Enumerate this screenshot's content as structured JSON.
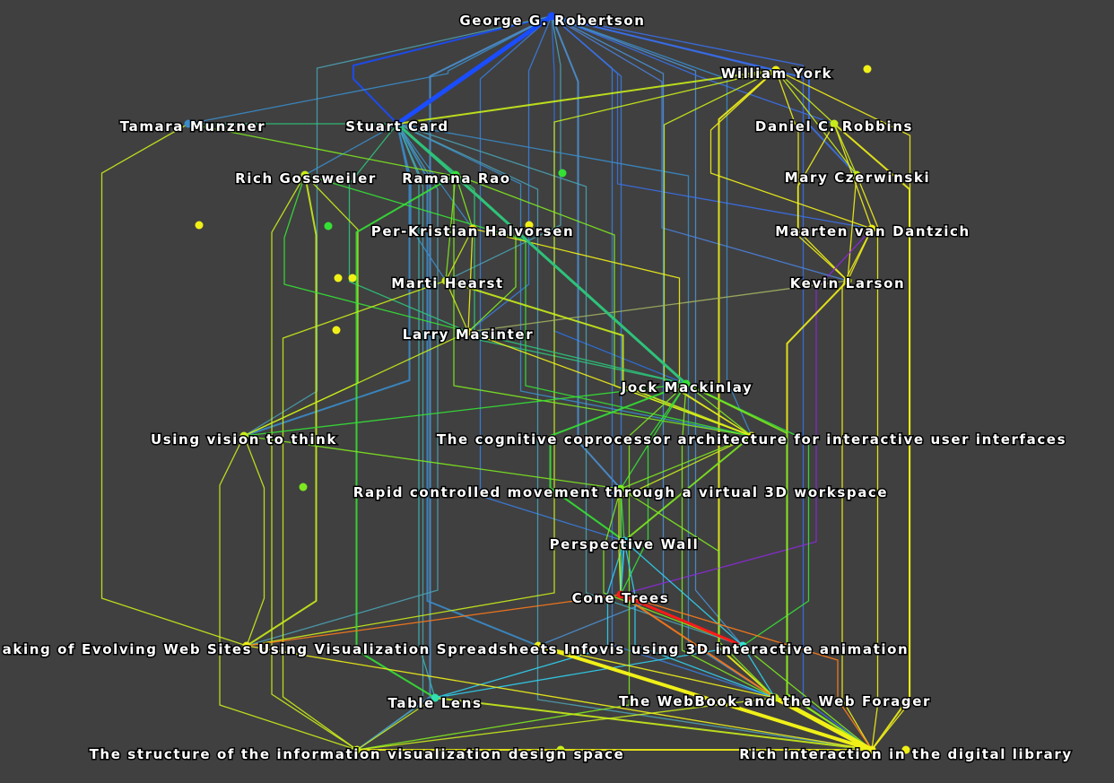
{
  "colors": {
    "background": "#404040",
    "label_fill": "#ffffff",
    "label_outline": "#000000",
    "edge_palette": [
      "#1a4dff",
      "#3a7bdc",
      "#4f9fb0",
      "#2ec27a",
      "#35e035",
      "#7de81f",
      "#c8ec1a",
      "#f0f018",
      "#ff7a1a",
      "#ff1a1a",
      "#8a2ad6",
      "#30d0f0"
    ]
  },
  "nodes": {
    "robertson": {
      "label": "George G. Robertson",
      "color": "#1a4dff"
    },
    "york": {
      "label": "William York",
      "color": "#f0f018"
    },
    "munzner": {
      "label": "Tamara Munzner",
      "color": "#3a8bc8"
    },
    "card": {
      "label": "Stuart Card",
      "color": "#1a4dff"
    },
    "robbins": {
      "label": "Daniel C. Robbins",
      "color": "#c8ec1a"
    },
    "gossweiler": {
      "label": "Rich Gossweiler",
      "color": "#c8ec1a"
    },
    "rao": {
      "label": "Ramana Rao",
      "color": "#35e035"
    },
    "czerwinski": {
      "label": "Mary Czerwinski",
      "color": "#c8ec1a"
    },
    "halvorsen": {
      "label": "Per-Kristian Halvorsen",
      "color": "#f0e018"
    },
    "dantzich": {
      "label": "Maarten van Dantzich",
      "color": "#f0f018"
    },
    "hearst": {
      "label": "Marti Hearst",
      "color": "#c8ec1a"
    },
    "larson": {
      "label": "Kevin Larson",
      "color": "#f0f018"
    },
    "masinter": {
      "label": "Larry Masinter",
      "color": "#f0f018"
    },
    "mackinlay": {
      "label": "Jock Mackinlay",
      "color": "#35e035"
    },
    "vision": {
      "label": "Using vision to think",
      "color": "#c8ec1a"
    },
    "cognitive": {
      "label": "The cognitive coprocessor architecture for interactive user interfaces",
      "color": "#f0f018"
    },
    "rapid": {
      "label": "Rapid controlled movement through a virtual 3D workspace",
      "color": "#7de81f"
    },
    "wall": {
      "label": "Perspective Wall",
      "color": "#30d0f0"
    },
    "cone": {
      "label": "Cone Trees",
      "color": "#ff1a1a"
    },
    "evolving": {
      "label": "Visualizing the Evolution of Web Ecologies / Tracking of Evolving Web Sites",
      "color": "#f0f018"
    },
    "evolving_text": "aking of Evolving Web Sites Using Visualization Spreadsheets Infovis using 3D interactive animation",
    "spread": {
      "label": "Visualization Spreadsheets",
      "color": "#f0f018"
    },
    "anim": {
      "label": "Infovis using 3D interactive animation",
      "color": "#30e0d0"
    },
    "lens": {
      "label": "Table Lens",
      "color": "#30e0b0"
    },
    "webbook": {
      "label": "The WebBook and the Web Forager",
      "color": "#c8ec1a"
    },
    "structure": {
      "label": "The structure of the information visualization design space",
      "color": "#c8ec1a"
    },
    "rich": {
      "label": "Rich interaction in the digital library",
      "color": "#f0f018"
    }
  },
  "labels": [
    {
      "key": "robertson",
      "text": "George G. Robertson"
    },
    {
      "key": "york",
      "text": "William York"
    },
    {
      "key": "munzner",
      "text": "Tamara Munzner"
    },
    {
      "key": "card",
      "text": "Stuart Card"
    },
    {
      "key": "robbins",
      "text": "Daniel C. Robbins"
    },
    {
      "key": "gossweiler",
      "text": "Rich Gossweiler"
    },
    {
      "key": "rao",
      "text": "Ramana Rao"
    },
    {
      "key": "czerwinski",
      "text": "Mary Czerwinski"
    },
    {
      "key": "halvorsen",
      "text": "Per-Kristian Halvorsen"
    },
    {
      "key": "dantzich",
      "text": "Maarten van Dantzich"
    },
    {
      "key": "hearst",
      "text": "Marti Hearst"
    },
    {
      "key": "larson",
      "text": "Kevin Larson"
    },
    {
      "key": "masinter",
      "text": "Larry Masinter"
    },
    {
      "key": "mackinlay",
      "text": "Jock Mackinlay"
    },
    {
      "key": "vision",
      "text": "Using vision to think"
    },
    {
      "key": "cognitive",
      "text": "The cognitive coprocessor architecture for interactive user interfaces"
    },
    {
      "key": "rapid",
      "text": "Rapid controlled movement through a virtual 3D workspace"
    },
    {
      "key": "wall",
      "text": "Perspective Wall"
    },
    {
      "key": "cone",
      "text": "Cone Trees"
    },
    {
      "key": "evolving",
      "text": "aking of Evolving Web Sites Using Visualization Spreadsheets Infovis using 3D interactive animation"
    },
    {
      "key": "lens",
      "text": "Table Lens"
    },
    {
      "key": "webbook",
      "text": "The WebBook and the Web Forager"
    },
    {
      "key": "structure",
      "text": "The structure of the information visualization design space"
    },
    {
      "key": "rich",
      "text": "Rich interaction in the digital library"
    }
  ],
  "edges": [
    [
      "robertson",
      "card",
      "#1a4dff"
    ],
    [
      "robertson",
      "york",
      "#2a5ff0"
    ],
    [
      "robertson",
      "munzner",
      "#3a8bc8"
    ],
    [
      "robertson",
      "mackinlay",
      "#2e6fe0"
    ],
    [
      "robertson",
      "cone",
      "#3a7bdc"
    ],
    [
      "robertson",
      "wall",
      "#3a7bdc"
    ],
    [
      "robertson",
      "rapid",
      "#4a8fd0"
    ],
    [
      "robertson",
      "rich",
      "#3a6fe8"
    ],
    [
      "robertson",
      "webbook",
      "#3a7bdc"
    ],
    [
      "robertson",
      "anim",
      "#4a8fd0"
    ],
    [
      "robertson",
      "dantzich",
      "#3a6fe8"
    ],
    [
      "robertson",
      "robbins",
      "#3a6fe8"
    ],
    [
      "robertson",
      "czerwinski",
      "#3a6fe8"
    ],
    [
      "robertson",
      "larson",
      "#4a7fd8"
    ],
    [
      "robertson",
      "hearst",
      "#4a9fb0"
    ],
    [
      "robertson",
      "vision",
      "#4a9fb0"
    ],
    [
      "robertson",
      "masinter",
      "#3a7bdc"
    ],
    [
      "robertson",
      "spread",
      "#4a8fd0"
    ],
    [
      "robertson",
      "structure",
      "#4a8fd0"
    ],
    [
      "robertson",
      "cognitive",
      "#3a8bc8"
    ],
    [
      "card",
      "mackinlay",
      "#2ec27a"
    ],
    [
      "card",
      "rao",
      "#2ec27a"
    ],
    [
      "card",
      "gossweiler",
      "#3a8bc8"
    ],
    [
      "card",
      "hearst",
      "#3a8bc8"
    ],
    [
      "card",
      "vision",
      "#3a8bc8"
    ],
    [
      "card",
      "cognitive",
      "#3a8bc8"
    ],
    [
      "card",
      "structure",
      "#4a9fb0"
    ],
    [
      "card",
      "rich",
      "#4a9fb0"
    ],
    [
      "card",
      "lens",
      "#3ab0b0"
    ],
    [
      "card",
      "webbook",
      "#3a8bc8"
    ],
    [
      "card",
      "spread",
      "#3a8bc8"
    ],
    [
      "card",
      "halvorsen",
      "#3a8bc8"
    ],
    [
      "card",
      "masinter",
      "#2ec27a"
    ],
    [
      "card",
      "anim",
      "#4a9fb0"
    ],
    [
      "card",
      "evolving",
      "#4a9fb0"
    ],
    [
      "card",
      "munzner",
      "#2ec27a"
    ],
    [
      "card",
      "york",
      "#c8ec1a"
    ],
    [
      "york",
      "robbins",
      "#c8ec1a"
    ],
    [
      "york",
      "czerwinski",
      "#c8ec1a"
    ],
    [
      "york",
      "dantzich",
      "#f0f018"
    ],
    [
      "york",
      "larson",
      "#f0f018"
    ],
    [
      "york",
      "rich",
      "#f0f018"
    ],
    [
      "york",
      "webbook",
      "#f0f018"
    ],
    [
      "york",
      "evolving",
      "#c8ec1a"
    ],
    [
      "york",
      "cognitive",
      "#c8ec1a"
    ],
    [
      "robbins",
      "dantzich",
      "#f0f018"
    ],
    [
      "robbins",
      "czerwinski",
      "#c8ec1a"
    ],
    [
      "robbins",
      "larson",
      "#f0f018"
    ],
    [
      "robbins",
      "rich",
      "#f0f018"
    ],
    [
      "czerwinski",
      "larson",
      "#f0f018"
    ],
    [
      "czerwinski",
      "rich",
      "#f0f018"
    ],
    [
      "dantzich",
      "larson",
      "#f0f018"
    ],
    [
      "dantzich",
      "rich",
      "#f0f018"
    ],
    [
      "dantzich",
      "cone",
      "#8a2ad6"
    ],
    [
      "larson",
      "rich",
      "#f0f018"
    ],
    [
      "larson",
      "masinter",
      "#a0b060"
    ],
    [
      "munzner",
      "evolving",
      "#c8ec1a"
    ],
    [
      "munzner",
      "cognitive",
      "#7de81f"
    ],
    [
      "gossweiler",
      "vision",
      "#c8ec1a"
    ],
    [
      "gossweiler",
      "structure",
      "#c8ec1a"
    ],
    [
      "gossweiler",
      "evolving",
      "#c8ec1a"
    ],
    [
      "gossweiler",
      "masinter",
      "#35e035"
    ],
    [
      "gossweiler",
      "cognitive",
      "#35e035"
    ],
    [
      "rao",
      "hearst",
      "#7de81f"
    ],
    [
      "rao",
      "halvorsen",
      "#7de81f"
    ],
    [
      "rao",
      "masinter",
      "#7de81f"
    ],
    [
      "rao",
      "lens",
      "#35e035"
    ],
    [
      "rao",
      "cognitive",
      "#7de81f"
    ],
    [
      "halvorsen",
      "hearst",
      "#c8ec1a"
    ],
    [
      "halvorsen",
      "masinter",
      "#f0f018"
    ],
    [
      "halvorsen",
      "cognitive",
      "#f0f018"
    ],
    [
      "hearst",
      "masinter",
      "#c8ec1a"
    ],
    [
      "hearst",
      "cognitive",
      "#c8ec1a"
    ],
    [
      "hearst",
      "structure",
      "#c8ec1a"
    ],
    [
      "masinter",
      "mackinlay",
      "#2ec27a"
    ],
    [
      "masinter",
      "cognitive",
      "#f0f018"
    ],
    [
      "masinter",
      "vision",
      "#c8ec1a"
    ],
    [
      "mackinlay",
      "rapid",
      "#35e035"
    ],
    [
      "mackinlay",
      "wall",
      "#35e035"
    ],
    [
      "mackinlay",
      "cone",
      "#35e035"
    ],
    [
      "mackinlay",
      "anim",
      "#35e035"
    ],
    [
      "mackinlay",
      "webbook",
      "#7de81f"
    ],
    [
      "mackinlay",
      "vision",
      "#35e035"
    ],
    [
      "mackinlay",
      "cognitive",
      "#7de81f"
    ],
    [
      "mackinlay",
      "rich",
      "#7de81f"
    ],
    [
      "mackinlay",
      "structure",
      "#7de81f"
    ],
    [
      "rapid",
      "wall",
      "#35e035"
    ],
    [
      "rapid",
      "cone",
      "#7de81f"
    ],
    [
      "rapid",
      "anim",
      "#7de81f"
    ],
    [
      "rapid",
      "webbook",
      "#7de81f"
    ],
    [
      "wall",
      "cone",
      "#30d0f0"
    ],
    [
      "wall",
      "anim",
      "#30d0f0"
    ],
    [
      "wall",
      "lens",
      "#30d0f0"
    ],
    [
      "wall",
      "webbook",
      "#30d0f0"
    ],
    [
      "cone",
      "evolving",
      "#ff7a1a"
    ],
    [
      "cone",
      "anim",
      "#ff1a1a"
    ],
    [
      "cone",
      "webbook",
      "#ff7a1a"
    ],
    [
      "cone",
      "rich",
      "#ff7a1a"
    ],
    [
      "anim",
      "webbook",
      "#30d0f0"
    ],
    [
      "anim",
      "lens",
      "#30d0f0"
    ],
    [
      "anim",
      "rich",
      "#7de81f"
    ],
    [
      "lens",
      "structure",
      "#c8ec1a"
    ],
    [
      "lens",
      "rich",
      "#c8ec1a"
    ],
    [
      "webbook",
      "rich",
      "#f0f018"
    ],
    [
      "webbook",
      "structure",
      "#c8ec1a"
    ],
    [
      "vision",
      "structure",
      "#c8ec1a"
    ],
    [
      "vision",
      "evolving",
      "#c8ec1a"
    ],
    [
      "vision",
      "rapid",
      "#7de81f"
    ],
    [
      "cognitive",
      "wall",
      "#7de81f"
    ],
    [
      "cognitive",
      "rapid",
      "#7de81f"
    ],
    [
      "cognitive",
      "cone",
      "#c8ec1a"
    ],
    [
      "spread",
      "webbook",
      "#f0f018"
    ],
    [
      "spread",
      "rich",
      "#f0f018"
    ],
    [
      "evolving",
      "rich",
      "#f0f018"
    ],
    [
      "structure",
      "rich",
      "#f0f018"
    ]
  ]
}
